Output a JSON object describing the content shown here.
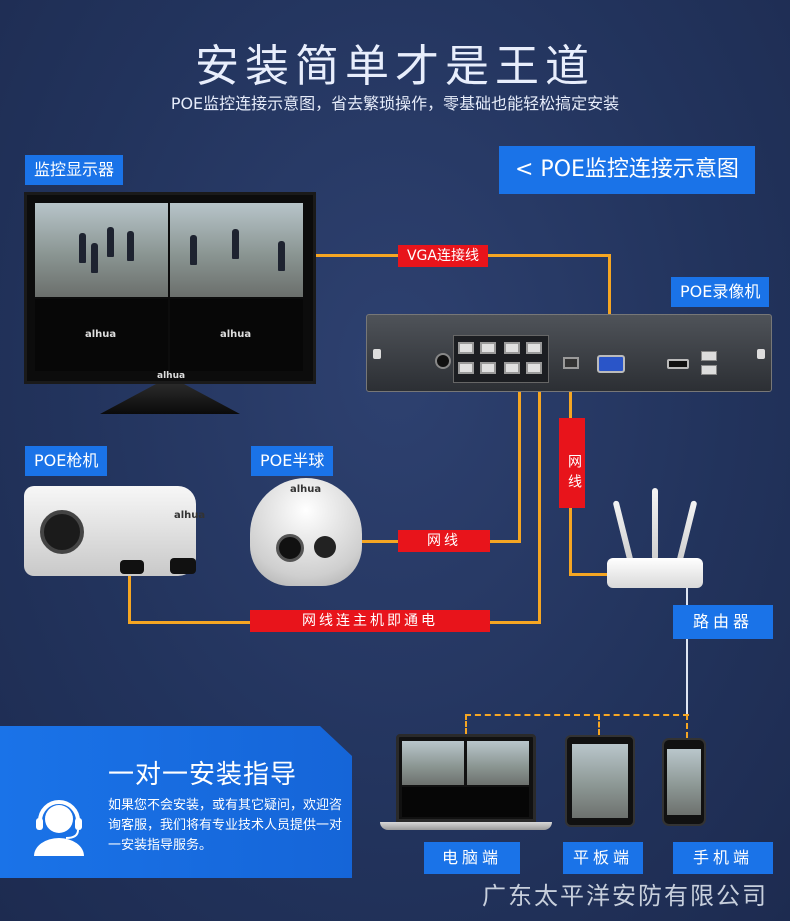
{
  "title": "安装简单才是王道",
  "subtitle": "POE监控连接示意图，省去繁琐操作，零基础也能轻松搞定安装",
  "diagram_tag": "< POE监控连接示意图",
  "labels": {
    "monitor": "监控显示器",
    "nvr": "POE录像机",
    "bullet_cam": "POE枪机",
    "dome_cam": "POE半球",
    "router": "路由器",
    "laptop": "电脑端",
    "tablet": "平板端",
    "phone": "手机端"
  },
  "cable_labels": {
    "vga": "VGA连接线",
    "net_vertical": "网线",
    "net_dome": "网线",
    "net_power": "网线连主机即通电"
  },
  "brand_text": "alhua",
  "help": {
    "title": "一对一安装指导",
    "body": "如果您不会安装，或有其它疑问，欢迎咨询客服，我们将有专业技术人员提供一对一安装指导服务。"
  },
  "footer": "广东太平洋安防有限公司",
  "colors": {
    "background": "#24355f",
    "accent_blue": "#1a73e8",
    "cable_orange": "#f5a623",
    "label_red": "#e8141b"
  },
  "icons": {
    "agent": "customer-service-headset-icon"
  }
}
